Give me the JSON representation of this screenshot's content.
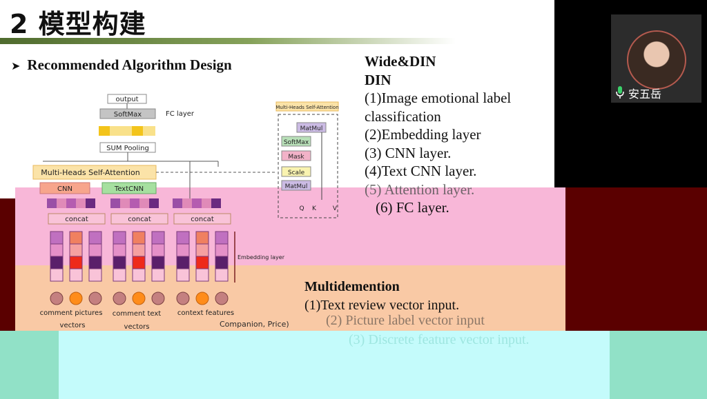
{
  "slide": {
    "title": "2 模型构建",
    "bullet": "Recommended Algorithm Design"
  },
  "right_list": {
    "heading1": "Wide&DIN",
    "heading2": "DIN",
    "items": [
      "(1)Image emotional label",
      "classification",
      "(2)Embedding layer",
      "(3) CNN layer.",
      "(4)Text CNN layer.",
      "(5) Attention layer.",
      "(6) FC layer."
    ]
  },
  "multidimension": {
    "heading": "Multidemention",
    "items": [
      "(1)Text review vector input.",
      "(2) Picture label vector input",
      "(3) Discrete feature vector input."
    ]
  },
  "ghost_text": "Companion, Price)",
  "diagram": {
    "output": "output",
    "softmax": "SoftMax",
    "fc_layer": "FC layer",
    "sum_pooling": "SUM Pooling",
    "mhsa": "Multi-Heads Self-Attention",
    "cnn": "CNN",
    "textcnn": "TextCNN",
    "concat": "concat",
    "embedding_layer": "Embedding layer",
    "inset_title": "Multi-Heads Self-Attention",
    "inset_matmul_top": "MatMul",
    "inset_softmax": "SoftMax",
    "inset_mask": "Mask",
    "inset_scale": "Scale",
    "inset_matmul_bottom": "MatMul",
    "q": "Q",
    "k": "K",
    "v": "V",
    "inputs": [
      "comment pictures",
      "vectors",
      "comment text",
      "vectors",
      "context features"
    ]
  },
  "participant": {
    "name": "安五岳"
  },
  "colors": {
    "title_bar": "#4f6b2e",
    "pink_band": "#f8b7d8",
    "orange_band": "#f9c9a5",
    "dark_red": "#5a0000",
    "cyan_band": "#c4fbfb",
    "teal": "#91e1c7",
    "embedding_purple": "#c070c0",
    "embedding_dark": "#5a1f6a",
    "embedding_red": "#ee2a1a",
    "input_orange": "#ff8c1a",
    "input_mauve": "#c48080"
  }
}
